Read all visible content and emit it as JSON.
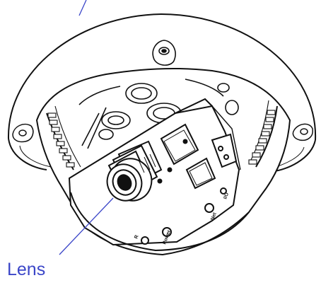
{
  "callout": {
    "label": "Lens"
  },
  "board_markings": {
    "reset": "R",
    "power": "Power",
    "led": "Net",
    "io": "I/O"
  },
  "colors": {
    "callout_line": "#3b46c8",
    "callout_text": "#3b46c8",
    "outline": "#111111",
    "background": "#ffffff"
  }
}
